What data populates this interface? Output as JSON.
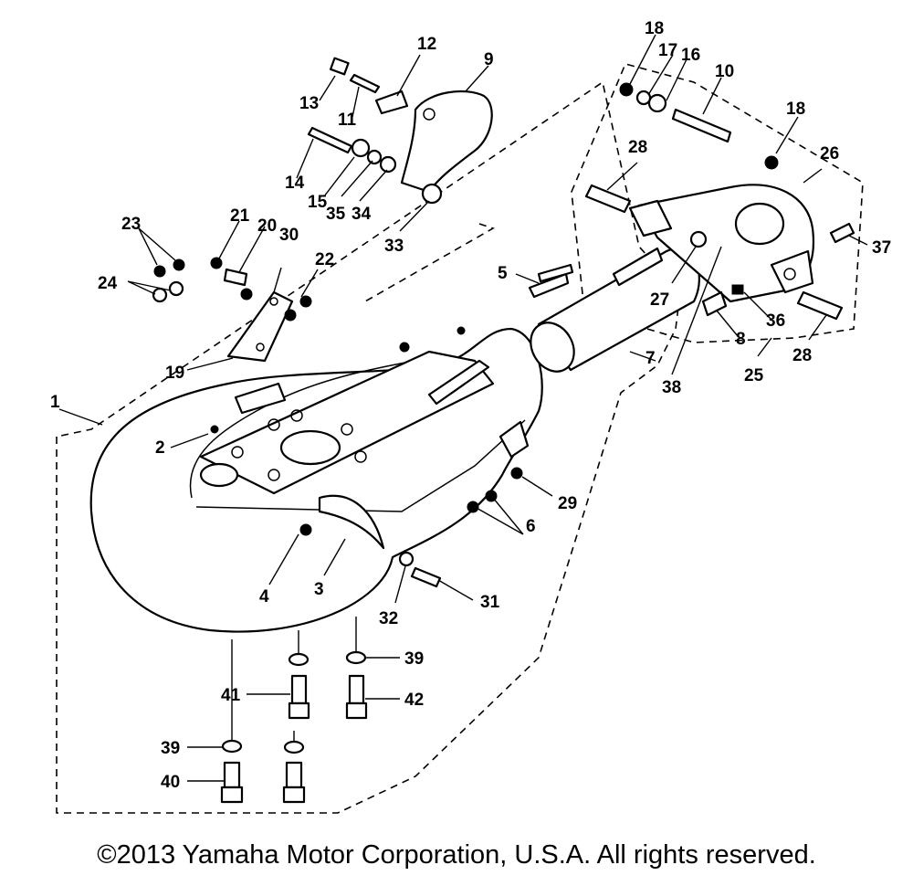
{
  "diagram": {
    "callouts": [
      "1",
      "2",
      "3",
      "4",
      "5",
      "6",
      "7",
      "8",
      "9",
      "10",
      "11",
      "12",
      "13",
      "14",
      "15",
      "16",
      "17",
      "18",
      "18",
      "19",
      "20",
      "21",
      "22",
      "23",
      "24",
      "25",
      "26",
      "27",
      "28",
      "28",
      "29",
      "30",
      "31",
      "32",
      "33",
      "34",
      "35",
      "36",
      "37",
      "38",
      "39",
      "39",
      "40",
      "41",
      "42"
    ]
  },
  "footer": {
    "copyright": "©2013 Yamaha Motor Corporation, U.S.A. All rights reserved."
  }
}
